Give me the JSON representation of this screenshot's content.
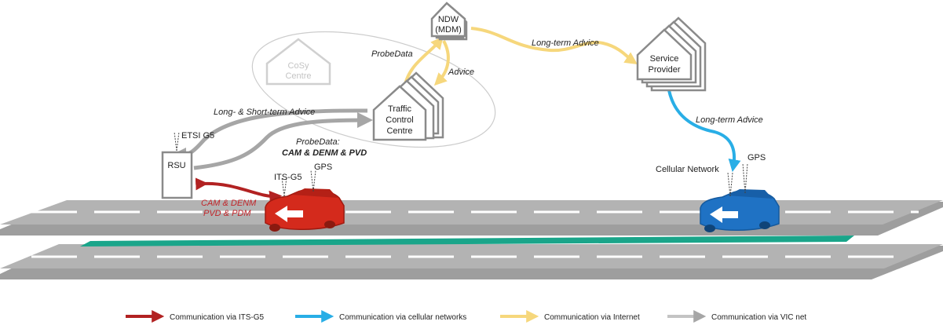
{
  "nodes": {
    "ndw": {
      "line1": "NDW",
      "line2": "(MDM)"
    },
    "cosy": {
      "line1": "CoSy",
      "line2": "Centre"
    },
    "service_provider": {
      "line1": "Service",
      "line2": "Provider"
    },
    "tcc": {
      "line1": "Traffic",
      "line2": "Control",
      "line3": "Centre"
    },
    "rsu": "RSU"
  },
  "labels": {
    "probe_data_top": "ProbeData",
    "advice": "Advice",
    "long_term_advice_top": "Long-term Advice",
    "long_short_term_advice": "Long- & Short-term Advice",
    "probe_data_label": "ProbeData:",
    "probe_data_content": "CAM & DENM & PVD",
    "long_term_advice_right": "Long-term Advice",
    "etsi_g5": "ETSI G5",
    "its_g5": "ITS-G5",
    "gps_left": "GPS",
    "gps_right": "GPS",
    "cellular_network": "Cellular Network",
    "its_msgs_line1": "CAM & DENM",
    "its_msgs_line2": "PVD & PDM"
  },
  "legend": [
    {
      "label": "Communication via ITS-G5",
      "color": "#b22222"
    },
    {
      "label": "Communication via cellular networks",
      "color": "#29aee6"
    },
    {
      "label": "Communication via Internet",
      "color": "#f6d77c"
    },
    {
      "label": "Communication via VIC net",
      "color": "#c4c4c4"
    }
  ],
  "colors": {
    "its_g5": "#b22222",
    "cellular": "#29aee6",
    "internet": "#f6d77c",
    "vic": "#a6a6a6",
    "road": "#9e9e9e",
    "median": "#1aa58a",
    "car_left": "#d42a1c",
    "car_right": "#1f72c4"
  }
}
